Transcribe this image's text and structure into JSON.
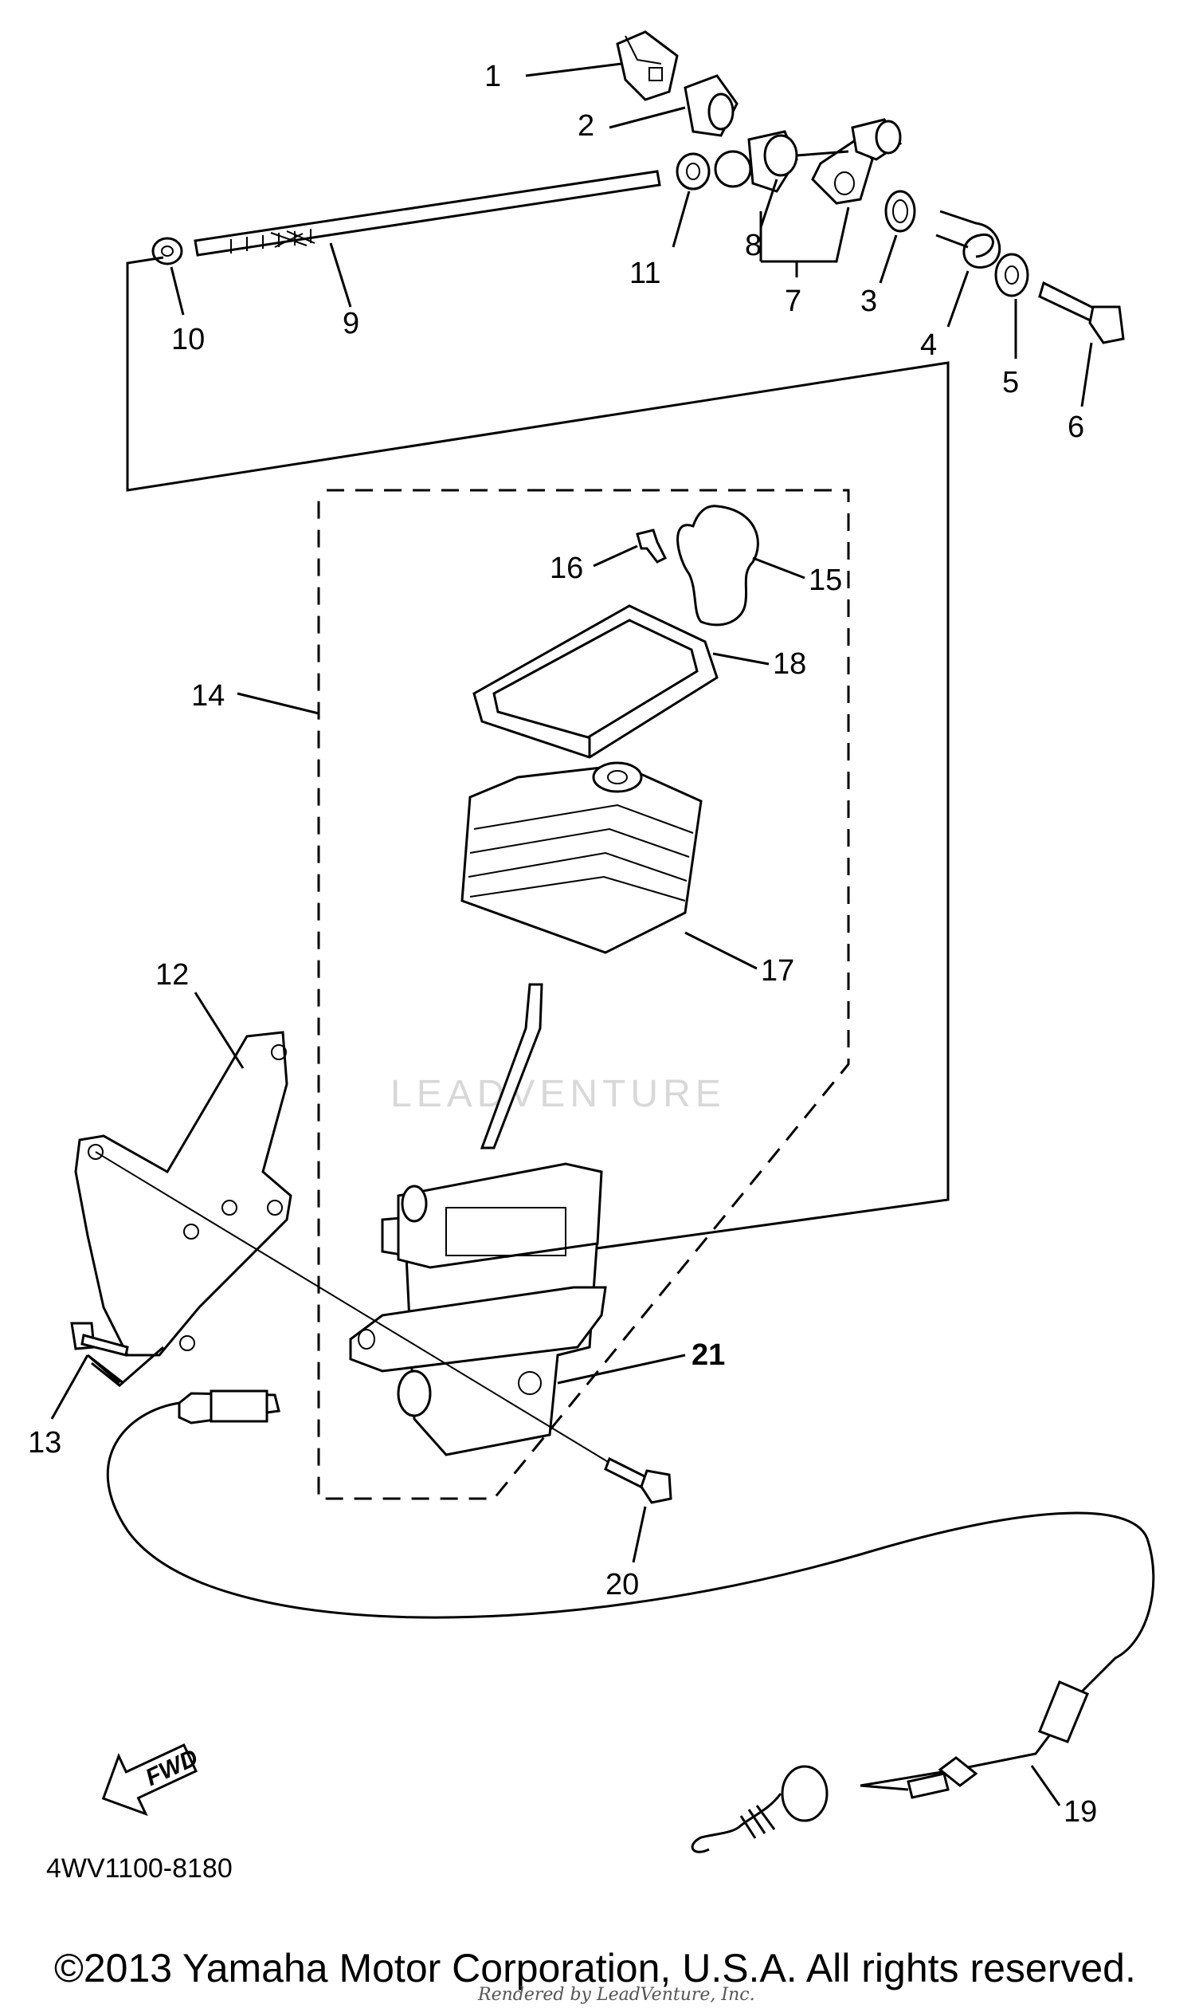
{
  "callouts": [
    "1",
    "2",
    "3",
    "4",
    "5",
    "6",
    "7",
    "8",
    "9",
    "10",
    "11",
    "12",
    "13",
    "14",
    "15",
    "16",
    "17",
    "18",
    "19",
    "20",
    "21"
  ],
  "fwd_label": "FWD",
  "diagram_code": "4WV1100-8180",
  "copyright": "©2013 Yamaha Motor Corporation, U.S.A. All rights reserved.",
  "rendered_by": "Rendered by LeadVenture, Inc.",
  "watermark": "LEADVENTURE"
}
